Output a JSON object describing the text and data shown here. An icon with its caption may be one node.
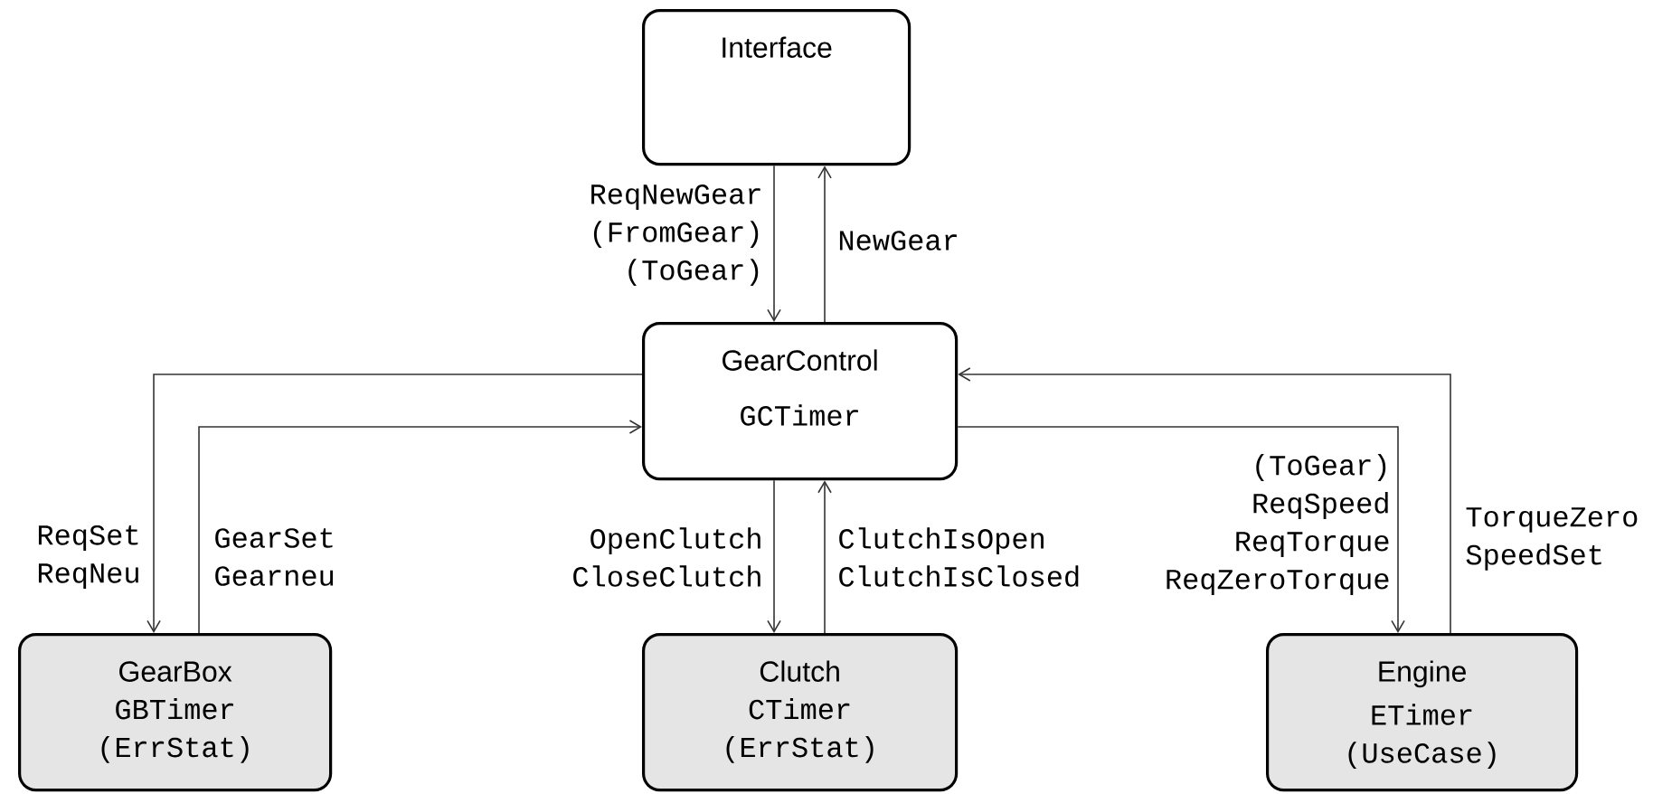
{
  "diagram": {
    "nodes": [
      {
        "text": [
          "Interface"
        ]
      },
      {
        "text": [
          "GearControl",
          "GCTimer"
        ]
      },
      {
        "text": [
          "GearBox",
          "GBTimer (ErrStat)"
        ]
      },
      {
        "text": [
          "Clutch",
          "CTimer (ErrStat)"
        ]
      },
      {
        "text": [
          "Engine",
          "ETimer (UseCase)"
        ]
      }
    ],
    "edges": [
      {
        "from": 0,
        "to": 1,
        "arrow": "to",
        "label": "ReqNewGear (FromGear) (ToGear)"
      },
      {
        "from": 1,
        "to": 0,
        "arrow": "to",
        "label": "NewGear"
      },
      {
        "from": 1,
        "to": 2,
        "arrow": "to",
        "label": "ReqSet ReqNeu"
      },
      {
        "from": 2,
        "to": 1,
        "arrow": "to",
        "label": "GearSet Gearneu"
      },
      {
        "from": 1,
        "to": 3,
        "arrow": "to",
        "label": "OpenClutch CloseClutch"
      },
      {
        "from": 3,
        "to": 1,
        "arrow": "to",
        "label": "ClutchIsOpen ClutchIsClosed"
      },
      {
        "from": 1,
        "to": 4,
        "arrow": "to",
        "label": "(ToGear) ReqSpeed ReqTorque ReqZeroTorque"
      },
      {
        "from": 4,
        "to": 1,
        "arrow": "to",
        "label": "TorqueZero SpeedSet"
      }
    ]
  }
}
